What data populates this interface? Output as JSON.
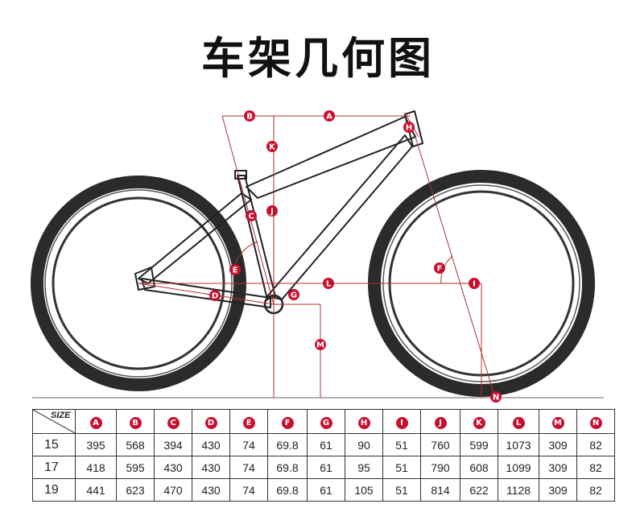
{
  "title": "车架几何图",
  "diagram_markers": [
    "A",
    "B",
    "C",
    "D",
    "E",
    "F",
    "G",
    "H",
    "I",
    "J",
    "K",
    "L",
    "M",
    "N"
  ],
  "table": {
    "size_label": "SIZE",
    "columns": [
      "A",
      "B",
      "C",
      "D",
      "E",
      "F",
      "G",
      "H",
      "I",
      "J",
      "K",
      "L",
      "M",
      "N"
    ],
    "rows": [
      {
        "size": "15",
        "values": [
          "395",
          "568",
          "394",
          "430",
          "74",
          "69.8",
          "61",
          "90",
          "51",
          "760",
          "599",
          "1073",
          "309",
          "82"
        ]
      },
      {
        "size": "17",
        "values": [
          "418",
          "595",
          "430",
          "430",
          "74",
          "69.8",
          "61",
          "95",
          "51",
          "790",
          "608",
          "1099",
          "309",
          "82"
        ]
      },
      {
        "size": "19",
        "values": [
          "441",
          "623",
          "470",
          "430",
          "74",
          "69.8",
          "61",
          "105",
          "51",
          "814",
          "622",
          "1128",
          "309",
          "82"
        ]
      }
    ]
  },
  "colors": {
    "marker": "#c8102e",
    "dim_line": "#b03030",
    "tire": "#2b2b2b",
    "frame": "#222222"
  }
}
